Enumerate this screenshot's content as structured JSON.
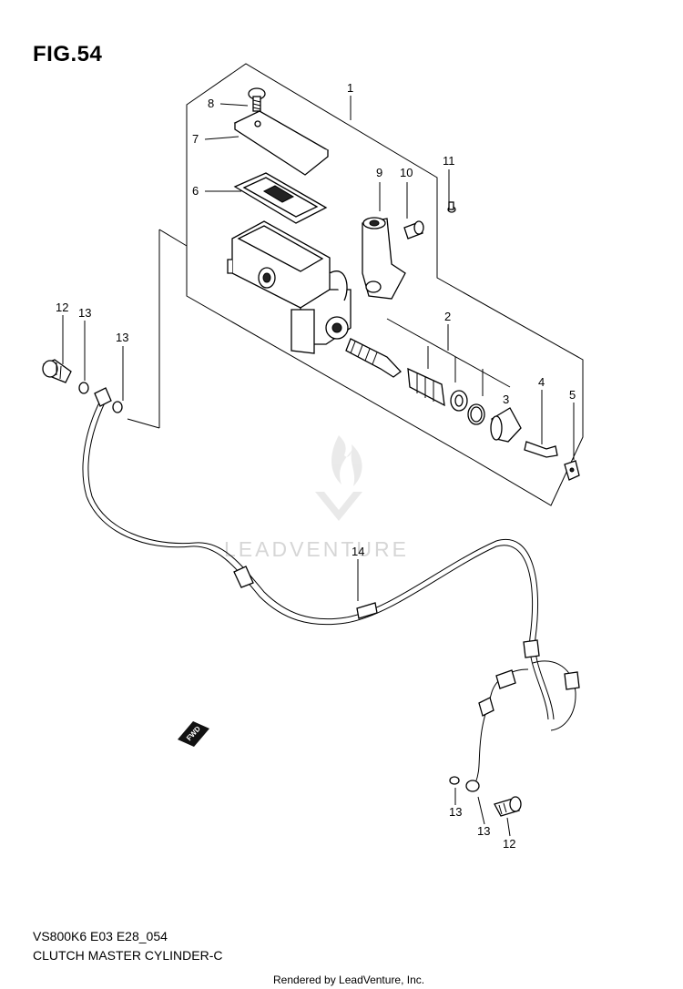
{
  "figure": {
    "title": "FIG.54",
    "code": "VS800K6 E03 E28_054",
    "name": "CLUTCH MASTER CYLINDER-C"
  },
  "watermark": "LEADVENTURE",
  "rendered_by": "Rendered by LeadVenture, Inc.",
  "forward_arrow_label": "FWD",
  "callouts": {
    "c1": "1",
    "c2": "2",
    "c3": "3",
    "c4": "4",
    "c5": "5",
    "c6": "6",
    "c7": "7",
    "c8": "8",
    "c9": "9",
    "c10": "10",
    "c11": "11",
    "c12a": "12",
    "c12b": "12",
    "c13a": "13",
    "c13b": "13",
    "c13c": "13",
    "c13d": "13",
    "c14": "14"
  }
}
